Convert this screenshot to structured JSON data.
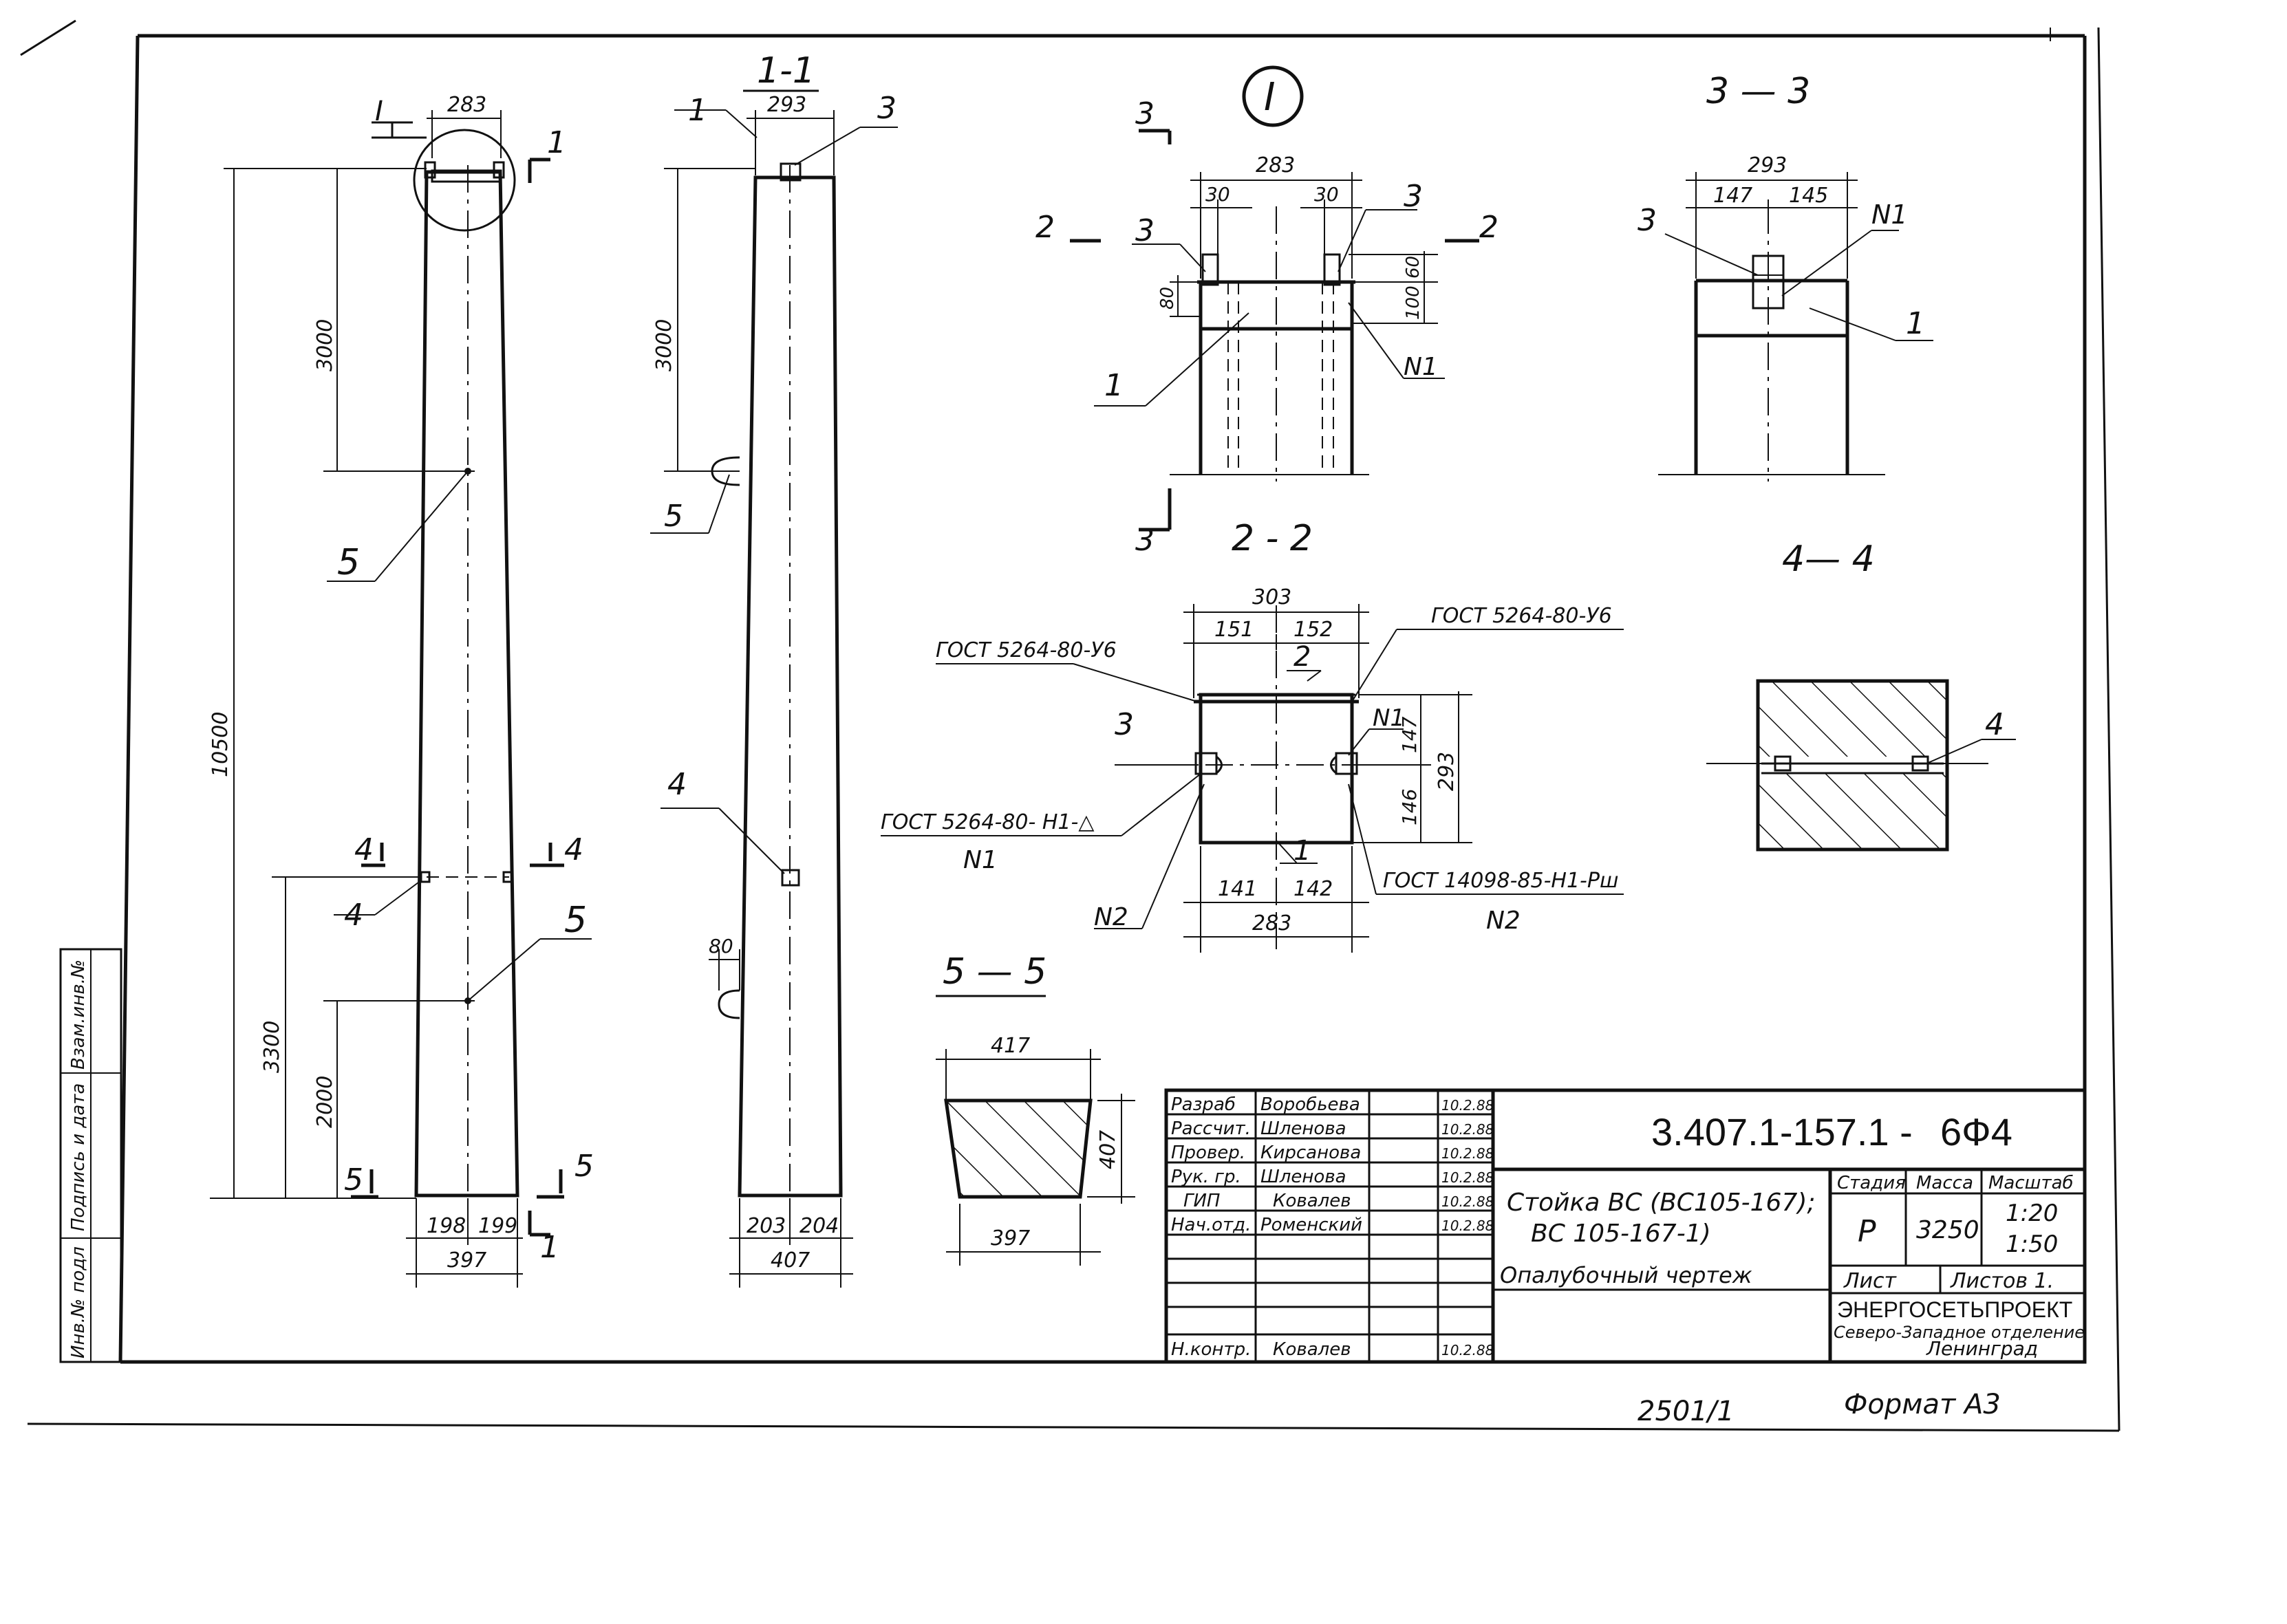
{
  "sheet": {
    "format_label": "Формат А3",
    "inventory_number": "2501/1"
  },
  "side_stamp": {
    "inv_orig": "Инв.№ подл",
    "sign_date": "Подпись и дата",
    "replace_inv": "Взам.инв.№"
  },
  "views": {
    "elevation": {
      "section_mark": "I",
      "cut_1": "1",
      "top_width": "283",
      "height_total": "10500",
      "height_top": "3000",
      "height_lower": "3300",
      "height_bottom": "2000",
      "cut_4": "4",
      "cut_5": "5",
      "bottom_left": "198",
      "bottom_right": "199",
      "bottom_total": "397",
      "callout_5a": "5",
      "callout_5b": "5",
      "callout_4": "4"
    },
    "section_1_1": {
      "title": "1-1",
      "callout_1": "1",
      "callout_3": "3",
      "top_width": "293",
      "height_top": "3000",
      "callout_5": "5",
      "callout_4": "4",
      "dim_80": "80",
      "bottom_left": "203",
      "bottom_right": "204",
      "bottom_total": "407"
    },
    "detail_I": {
      "title": "I",
      "cut_3": "3",
      "cut_2": "2",
      "width": "283",
      "left_30": "30",
      "right_30": "30",
      "callout_3_left": "3",
      "callout_3_right": "3",
      "dim_80": "80",
      "dim_60": "60",
      "dim_100": "100",
      "callout_1": "1",
      "callout_N1": "N1"
    },
    "section_3_3": {
      "title": "3 — 3",
      "width": "293",
      "left": "147",
      "right": "145",
      "callout_3": "3",
      "callout_N1": "N1",
      "callout_1": "1"
    },
    "section_2_2": {
      "title": "2 - 2",
      "width_top": "303",
      "left_top": "151",
      "right_top": "152",
      "callout_2": "2",
      "gost_left_top": "ГОСТ 5264-80-У6",
      "gost_right_top": "ГОСТ 5264-80-У6",
      "callout_3": "3",
      "callout_N1": "N1",
      "dim_147": "147",
      "dim_146": "146",
      "dim_293": "293",
      "gost_left_bottom": "ГОСТ 5264-80- Н1-△",
      "label_N1": "N1",
      "callout_1": "1",
      "label_N2_left": "N2",
      "gost_right_bottom": "ГОСТ 14098-85-Н1-Рш",
      "label_N2_right": "N2",
      "bottom_left": "141",
      "bottom_right": "142",
      "bottom_total": "283"
    },
    "section_4_4": {
      "title": "4— 4",
      "callout_4": "4"
    },
    "section_5_5": {
      "title": "5 — 5",
      "top_width": "417",
      "height": "407",
      "bottom_width": "397"
    }
  },
  "title_block": {
    "doc_code": "3.407.1-157.1 -",
    "sheet_code": "6Ф4",
    "rows": [
      {
        "role": "Разраб",
        "name": "Воробьева",
        "date": "10.2.88"
      },
      {
        "role": "Рассчит.",
        "name": "Шленова",
        "date": "10.2.88"
      },
      {
        "role": "Провер.",
        "name": "Кирсанова",
        "date": "10.2.88"
      },
      {
        "role": "Рук. гр.",
        "name": "Шленова",
        "date": "10.2.88"
      },
      {
        "role": "ГИП",
        "name": "Ковалев",
        "date": "10.2.88"
      },
      {
        "role": "Нач.отд.",
        "name": "Роменский",
        "date": "10.2.88"
      },
      {
        "role": "Н.контр.",
        "name": "Ковалев",
        "date": "10.2.88"
      }
    ],
    "name_line1": "Стойка ВС (ВС105-167);",
    "name_line2": "ВС 105-167-1)",
    "name_line3": "Опалубочный чертеж",
    "stage_label": "Стадия",
    "mass_label": "Масса",
    "scale_label": "Масштаб",
    "stage_value": "Р",
    "mass_value": "3250",
    "scale_1": "1:20",
    "scale_2": "1:50",
    "sheet_label": "Лист",
    "sheets_label": "Листов 1.",
    "org_name": "ЭНЕРГОСЕТЬПРОЕКТ",
    "org_branch": "Северо-Западное отделение",
    "org_city": "Ленинград"
  }
}
